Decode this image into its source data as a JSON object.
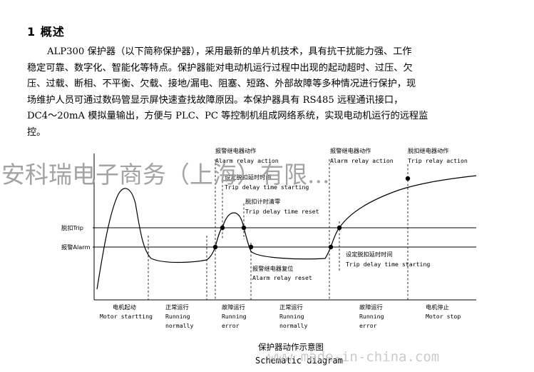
{
  "heading": "1 概述",
  "paragraph": [
    "ALP300 保护器（以下简称保护器），采用最新的单片机技术，具有抗干扰能力强、工作",
    "稳定可靠、数字化、智能化等特点。保护器能对电动机运行过程中出现的起动超时、过压、欠",
    "压、过载、断相、不平衡、欠载、接地/漏电、阻塞、短路、外部故障等多种情况进行保护，现",
    "场维护人员可通过数码管显示屏快速查找故障原因。本保护器具有 RS485 远程通讯接口，",
    "DC4～20mA 模拟量输出，方便与 PLC、PC 等控制机组成网络系统，实现电动机运行的远程监",
    "控。"
  ],
  "diagram": {
    "levels": {
      "trip": "脱扣Trip",
      "alarm": "报警Alarm"
    },
    "annotations": [
      {
        "cn": "报警继电器动作",
        "en": "Alarm relay action"
      },
      {
        "cn": "设定脱扣延时时间",
        "en": "Trip delay time starting"
      },
      {
        "cn": "脱扣计时清零",
        "en": "Trip delay time reset"
      },
      {
        "cn": "报警继电器复位",
        "en": "Alarm relay reset"
      },
      {
        "cn": "报警继电器动作",
        "en": "Alarm relay action"
      },
      {
        "cn": "脱扣继电器动作",
        "en": "Trip relay action"
      },
      {
        "cn": "设定脱扣延时时间",
        "en": "Trip delay time starting"
      }
    ],
    "phases": [
      {
        "cn": "电机起动",
        "en1": "Motor startting",
        "en2": ""
      },
      {
        "cn": "正常运行",
        "en1": "Running",
        "en2": "normally"
      },
      {
        "cn": "故障运行",
        "en1": "Running",
        "en2": "error"
      },
      {
        "cn": "正常运行",
        "en1": "Running",
        "en2": "normally"
      },
      {
        "cn": "故障运行",
        "en1": "Running",
        "en2": "error"
      },
      {
        "cn": "电机停止",
        "en1": "Motor stop",
        "en2": ""
      }
    ],
    "caption": {
      "cn": "保护器动作示意图",
      "en": "Schematic diagram"
    }
  },
  "watermark": {
    "company": "安科瑞电子商务（上海）有限...",
    "url": "www.made-in-china.com"
  }
}
